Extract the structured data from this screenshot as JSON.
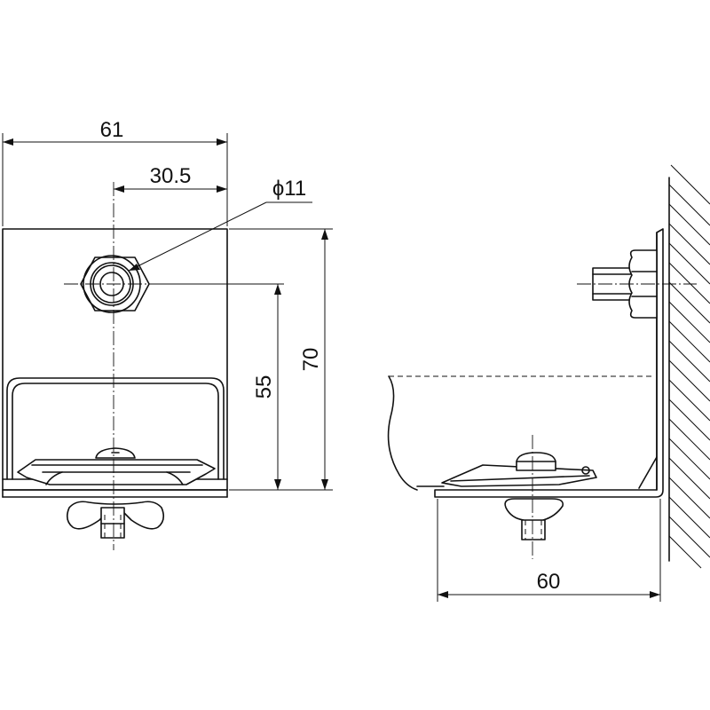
{
  "dimensions": {
    "width_total": "61",
    "bolt_offset": "30.5",
    "hole_diameter": "ϕ11",
    "bolt_height": "55",
    "height_total": "70",
    "depth": "60"
  }
}
